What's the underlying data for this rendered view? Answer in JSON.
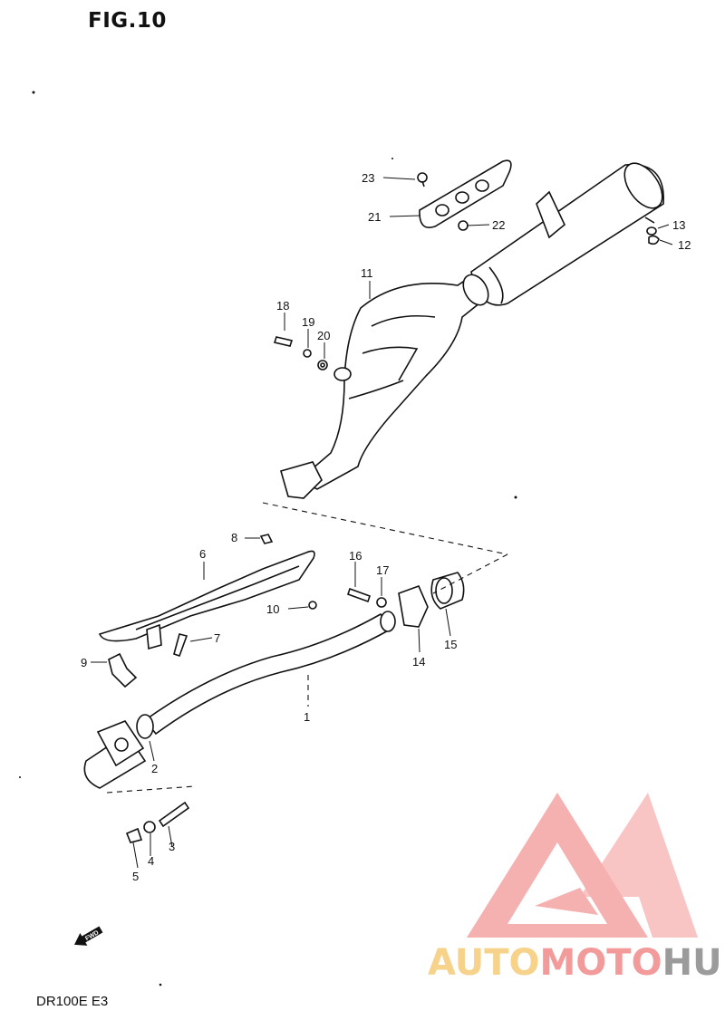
{
  "figure": {
    "title": "FIG.10",
    "model": "DR100E E3"
  },
  "watermark": {
    "part_a": "AUTO",
    "part_b": "MOTO",
    "part_c": "HUB",
    "colors": {
      "logo": "#f4a3a3",
      "auto": "#f6d28a",
      "moto": "#f39a9a",
      "hub": "#9b9b9b"
    }
  },
  "fwd_arrow": {
    "label": "FWD"
  },
  "callouts": [
    "1",
    "2",
    "3",
    "4",
    "5",
    "6",
    "7",
    "8",
    "9",
    "10",
    "11",
    "12",
    "13",
    "14",
    "15",
    "16",
    "17",
    "18",
    "19",
    "20",
    "21",
    "22",
    "23"
  ]
}
